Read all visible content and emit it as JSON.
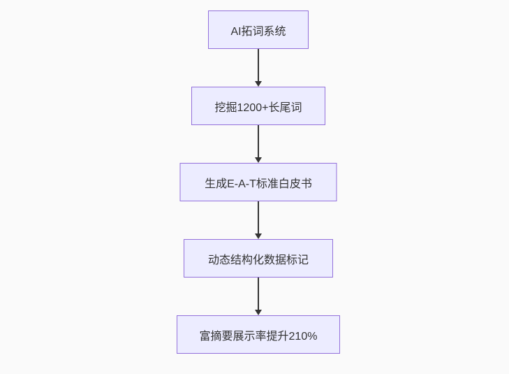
{
  "diagram": {
    "type": "flowchart",
    "direction": "top-down",
    "nodes": [
      {
        "label": "AI拓词系统"
      },
      {
        "label": "挖掘1200+长尾词"
      },
      {
        "label": "生成E-A-T标准白皮书"
      },
      {
        "label": "动态结构化数据标记"
      },
      {
        "label": "富摘要展示率提升210%"
      }
    ],
    "edges": [
      {
        "from": "AI拓词系统",
        "to": "挖掘1200+长尾词"
      },
      {
        "from": "挖掘1200+长尾词",
        "to": "生成E-A-T标准白皮书"
      },
      {
        "from": "生成E-A-T标准白皮书",
        "to": "动态结构化数据标记"
      },
      {
        "from": "动态结构化数据标记",
        "to": "富摘要展示率提升210%"
      }
    ],
    "colors": {
      "background": "#fafafa",
      "node_fill": "#ECECFF",
      "node_border": "#9370DB",
      "text": "#333333",
      "arrow": "#333333"
    }
  }
}
